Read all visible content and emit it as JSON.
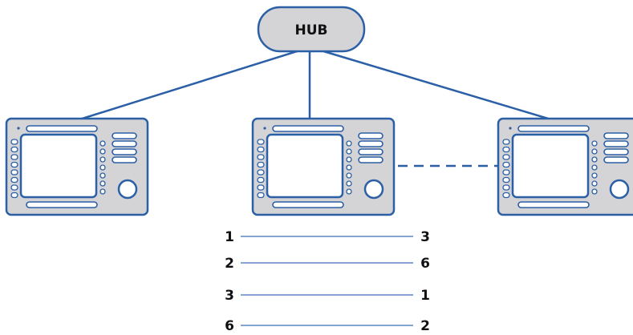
{
  "hub": {
    "label": "HUB"
  },
  "terminals": [
    {
      "id": "left"
    },
    {
      "id": "center"
    },
    {
      "id": "right"
    }
  ],
  "pin_map": [
    {
      "left": "1",
      "right": "3"
    },
    {
      "left": "2",
      "right": "6"
    },
    {
      "left": "3",
      "right": "1"
    },
    {
      "left": "6",
      "right": "2"
    }
  ],
  "colors": {
    "line": "#2b5fa6",
    "panel_fill": "#d4d4d7",
    "panel_border": "#2b5fa6",
    "screen_fill": "#ffffff",
    "hub_fill": "#d4d4d7",
    "pin_line": "#5b86c3"
  }
}
